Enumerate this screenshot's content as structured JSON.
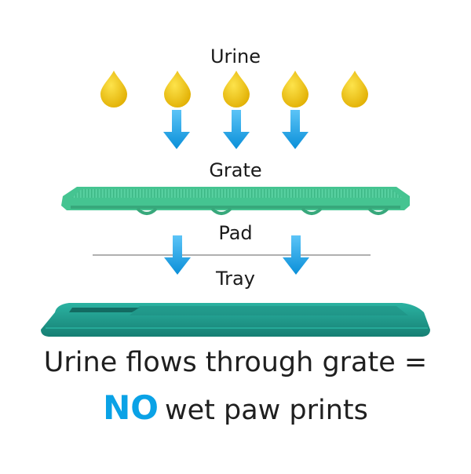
{
  "labels": {
    "urine": "Urine",
    "grate": "Grate",
    "pad": "Pad",
    "tray": "Tray"
  },
  "caption": {
    "line1": "Urine flows through grate =",
    "emphasis": "NO",
    "line2_rest": "wet paw prints"
  },
  "colors": {
    "droplet": "#f2c40f",
    "arrow": "#19a0e8",
    "grate": "#4cc99a",
    "tray": "#1e9e8f",
    "pad_line": "#b0b0b0",
    "emphasis": "#0aa2e6"
  },
  "icons": {
    "droplet": "urine-droplet-icon",
    "arrow": "down-arrow-icon"
  }
}
